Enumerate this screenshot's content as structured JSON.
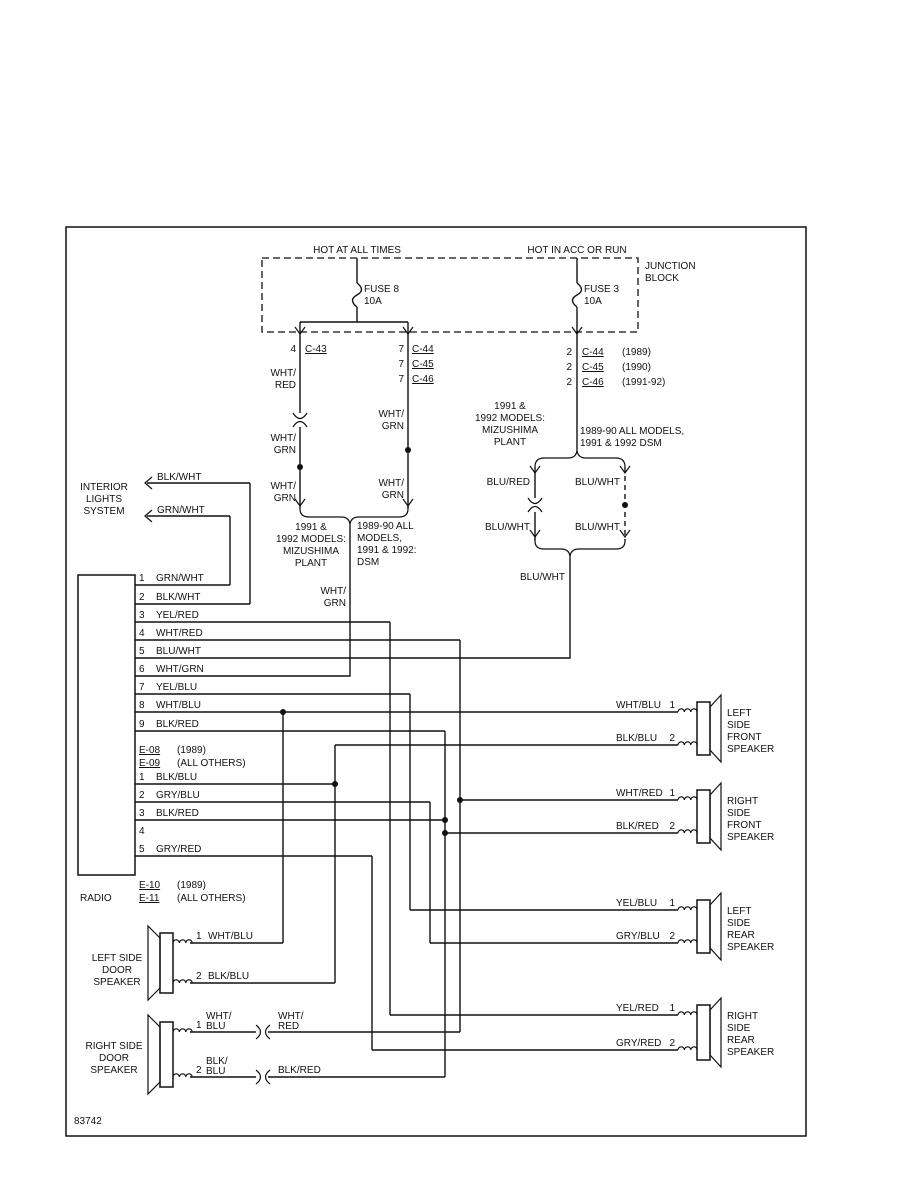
{
  "ink": "#111111",
  "figure_number": "83742",
  "header": {
    "hot_at_all_times": "HOT AT ALL TIMES",
    "hot_in_acc_or_run": "HOT IN ACC OR RUN",
    "junction_block_lines": [
      "JUNCTION",
      "BLOCK"
    ],
    "fuse_8": {
      "name": "FUSE 8",
      "rating": "10A"
    },
    "fuse_3": {
      "name": "FUSE 3",
      "rating": "10A"
    }
  },
  "connectors": {
    "left": {
      "pin": "4",
      "name": "C-43"
    },
    "middle": [
      {
        "pin": "7",
        "name": "C-44"
      },
      {
        "pin": "7",
        "name": "C-45"
      },
      {
        "pin": "7",
        "name": "C-46"
      }
    ],
    "right": [
      {
        "pin": "2",
        "name": "C-44",
        "year": "(1989)"
      },
      {
        "pin": "2",
        "name": "C-45",
        "year": "(1990)"
      },
      {
        "pin": "2",
        "name": "C-46",
        "year": "(1991-92)"
      }
    ]
  },
  "left_feed": {
    "wht_red": [
      "WHT/",
      "RED"
    ],
    "wht_grn_a": [
      "WHT/",
      "GRN"
    ],
    "wht_grn_b": [
      "WHT/",
      "GRN"
    ],
    "mid_wht_grn_a": [
      "WHT/",
      "GRN"
    ],
    "mid_wht_grn_b": [
      "WHT/",
      "GRN"
    ],
    "note_mizushima": [
      "1991 &",
      "1992 MODELS:",
      "MIZUSHIMA",
      "PLANT"
    ],
    "note_dsm": [
      "1989-90 ALL",
      "MODELS,",
      "1991 & 1992:",
      "DSM"
    ],
    "to_radio": [
      "WHT/",
      "GRN"
    ]
  },
  "right_feed": {
    "note_mizushima": [
      "1991 &",
      "1992 MODELS:",
      "MIZUSHIMA",
      "PLANT"
    ],
    "note_dsm": [
      "1989-90 ALL MODELS,",
      "1991 & 1992 DSM"
    ],
    "blu_red": "BLU/RED",
    "blu_wht_dash_top": "BLU/WHT",
    "blu_wht_solid": "BLU/WHT",
    "blu_wht_dash_bottom": "BLU/WHT",
    "to_radio": "BLU/WHT"
  },
  "interior_lights": {
    "name_lines": [
      "INTERIOR",
      "LIGHTS",
      "SYSTEM"
    ],
    "wire_top": "BLK/WHT",
    "wire_bottom": "GRN/WHT"
  },
  "radio": {
    "name": "RADIO",
    "upper_pins": [
      {
        "pin": "1",
        "wire": "GRN/WHT"
      },
      {
        "pin": "2",
        "wire": "BLK/WHT"
      },
      {
        "pin": "3",
        "wire": "YEL/RED"
      },
      {
        "pin": "4",
        "wire": "WHT/RED"
      },
      {
        "pin": "5",
        "wire": "BLU/WHT"
      },
      {
        "pin": "6",
        "wire": "WHT/GRN"
      },
      {
        "pin": "7",
        "wire": "YEL/BLU"
      },
      {
        "pin": "8",
        "wire": "WHT/BLU"
      },
      {
        "pin": "9",
        "wire": "BLK/RED"
      }
    ],
    "upper_connectors": [
      {
        "name": "E-08",
        "note": "(1989)"
      },
      {
        "name": "E-09",
        "note": "(ALL OTHERS)"
      }
    ],
    "lower_pins": [
      {
        "pin": "1",
        "wire": "BLK/BLU"
      },
      {
        "pin": "2",
        "wire": "GRY/BLU"
      },
      {
        "pin": "3",
        "wire": "BLK/RED"
      },
      {
        "pin": "4",
        "wire": ""
      },
      {
        "pin": "5",
        "wire": "GRY/RED"
      }
    ],
    "lower_connectors": [
      {
        "name": "E-10",
        "note": "(1989)"
      },
      {
        "name": "E-11",
        "note": "(ALL OTHERS)"
      }
    ]
  },
  "speakers": [
    {
      "name_lines": [
        "LEFT",
        "SIDE",
        "FRONT",
        "SPEAKER"
      ],
      "pin1": {
        "pin": "1",
        "wire": "WHT/BLU"
      },
      "pin2": {
        "pin": "2",
        "wire": "BLK/BLU"
      }
    },
    {
      "name_lines": [
        "RIGHT",
        "SIDE",
        "FRONT",
        "SPEAKER"
      ],
      "pin1": {
        "pin": "1",
        "wire": "WHT/RED"
      },
      "pin2": {
        "pin": "2",
        "wire": "BLK/RED"
      }
    },
    {
      "name_lines": [
        "LEFT",
        "SIDE",
        "REAR",
        "SPEAKER"
      ],
      "pin1": {
        "pin": "1",
        "wire": "YEL/BLU"
      },
      "pin2": {
        "pin": "2",
        "wire": "GRY/BLU"
      }
    },
    {
      "name_lines": [
        "RIGHT",
        "SIDE",
        "REAR",
        "SPEAKER"
      ],
      "pin1": {
        "pin": "1",
        "wire": "YEL/RED"
      },
      "pin2": {
        "pin": "2",
        "wire": "GRY/RED"
      }
    }
  ],
  "door_speakers": {
    "left": {
      "name_lines": [
        "LEFT SIDE",
        "DOOR",
        "SPEAKER"
      ],
      "pin1": {
        "pin": "1",
        "wire": "WHT/BLU"
      },
      "pin2": {
        "pin": "2",
        "wire": "BLK/BLU"
      }
    },
    "right": {
      "name_lines": [
        "RIGHT SIDE",
        "DOOR",
        "SPEAKER"
      ],
      "pin1": {
        "pin": "1",
        "wire_lines": [
          "WHT/",
          "BLU"
        ],
        "after_connector_lines": [
          "WHT/",
          "RED"
        ]
      },
      "pin2": {
        "pin": "2",
        "wire_lines": [
          "BLK/",
          "BLU"
        ],
        "after_connector": "BLK/RED"
      }
    }
  }
}
